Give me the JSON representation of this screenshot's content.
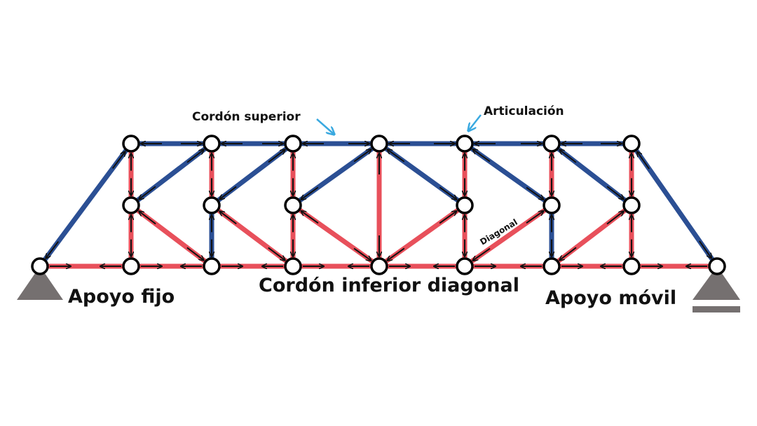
{
  "labels": {
    "top_chord": "Cordón superior",
    "joint": "Articulación",
    "diagonal": "Diagonal",
    "bottom_chord": "Cordón inferior diagonal",
    "fixed_support": "Apoyo fijo",
    "roller_support": "Apoyo móvil"
  },
  "colors": {
    "compression_member": "#2b4f94",
    "tension_member": "#e8505b",
    "support": "#757070",
    "callout_arrow": "#3aa9e0",
    "node_fill": "#ffffff",
    "node_stroke": "#000000"
  }
}
